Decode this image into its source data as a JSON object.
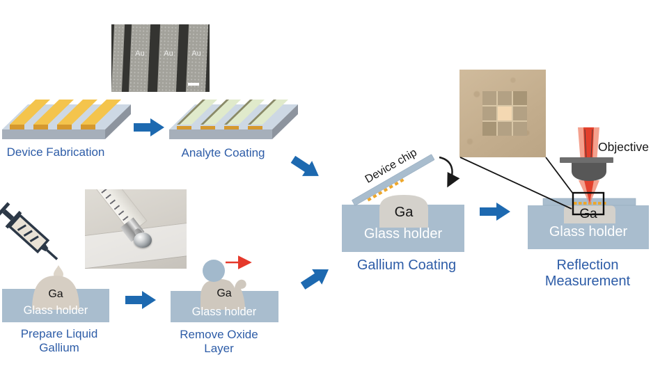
{
  "colors": {
    "caption_blue": "#2d5ca7",
    "arrow_blue": "#1d69b0",
    "holder_blue": "#a9bdce",
    "gallium_beige": "#d6cec3",
    "gallium_gray": "#d4d1cb",
    "oxide_sphere_blue": "#a2b9cc",
    "gold_top": "#f4c44c",
    "gold_front": "#d5982e",
    "analyte_green": "#e0eacb",
    "analyte_olive": "#8a8a68",
    "substrate_top": "#cdd8e4",
    "substrate_front": "#a6afba",
    "substrate_side": "#8d949e",
    "chip_blue": "#a9bdce",
    "dash_orange": "#eda72c",
    "laser_red": "#e2402c",
    "red_arrow": "#e5392b",
    "objective_gray": "#575757"
  },
  "sem": {
    "au_labels": [
      "Au",
      "Au",
      "Au"
    ]
  },
  "steps": {
    "device_fabrication": {
      "label": "Device Fabrication"
    },
    "analyte_coating": {
      "label": "Analyte Coating"
    },
    "prepare_gallium": {
      "label": "Prepare Liquid Gallium",
      "ga": "Ga",
      "holder": "Glass holder"
    },
    "remove_oxide": {
      "label": "Remove Oxide Layer",
      "ga": "Ga",
      "holder": "Glass holder"
    },
    "gallium_coating": {
      "label": "Gallium Coating",
      "ga": "Ga",
      "holder": "Glass holder",
      "chip": "Device chip"
    },
    "reflection_measurement": {
      "label": "Reflection Measurement",
      "ga": "Ga",
      "holder": "Glass holder",
      "objective": "Objective"
    }
  }
}
